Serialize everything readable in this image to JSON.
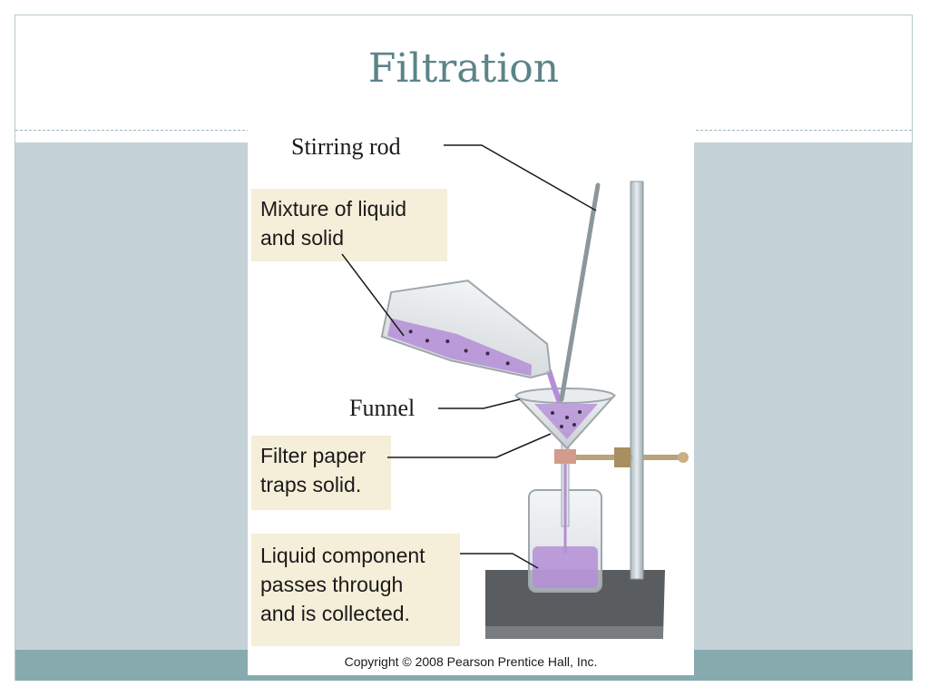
{
  "slide": {
    "title": "Filtration"
  },
  "figure": {
    "labels": {
      "stirring_rod": "Stirring rod",
      "mixture_line1": "Mixture of liquid",
      "mixture_line2": "and solid",
      "funnel": "Funnel",
      "filter_line1": "Filter paper",
      "filter_line2": "traps solid.",
      "liquid_line1": "Liquid component",
      "liquid_line2": "passes through",
      "liquid_line3": "and is collected."
    },
    "copyright": "Copyright © 2008 Pearson Prentice Hall, Inc."
  },
  "colors": {
    "title": "#5b8488",
    "band": "#c5d2d8",
    "footer_bar": "#87aaaf",
    "label_box": "#f5eed9",
    "liquid": "#b48ed6"
  }
}
